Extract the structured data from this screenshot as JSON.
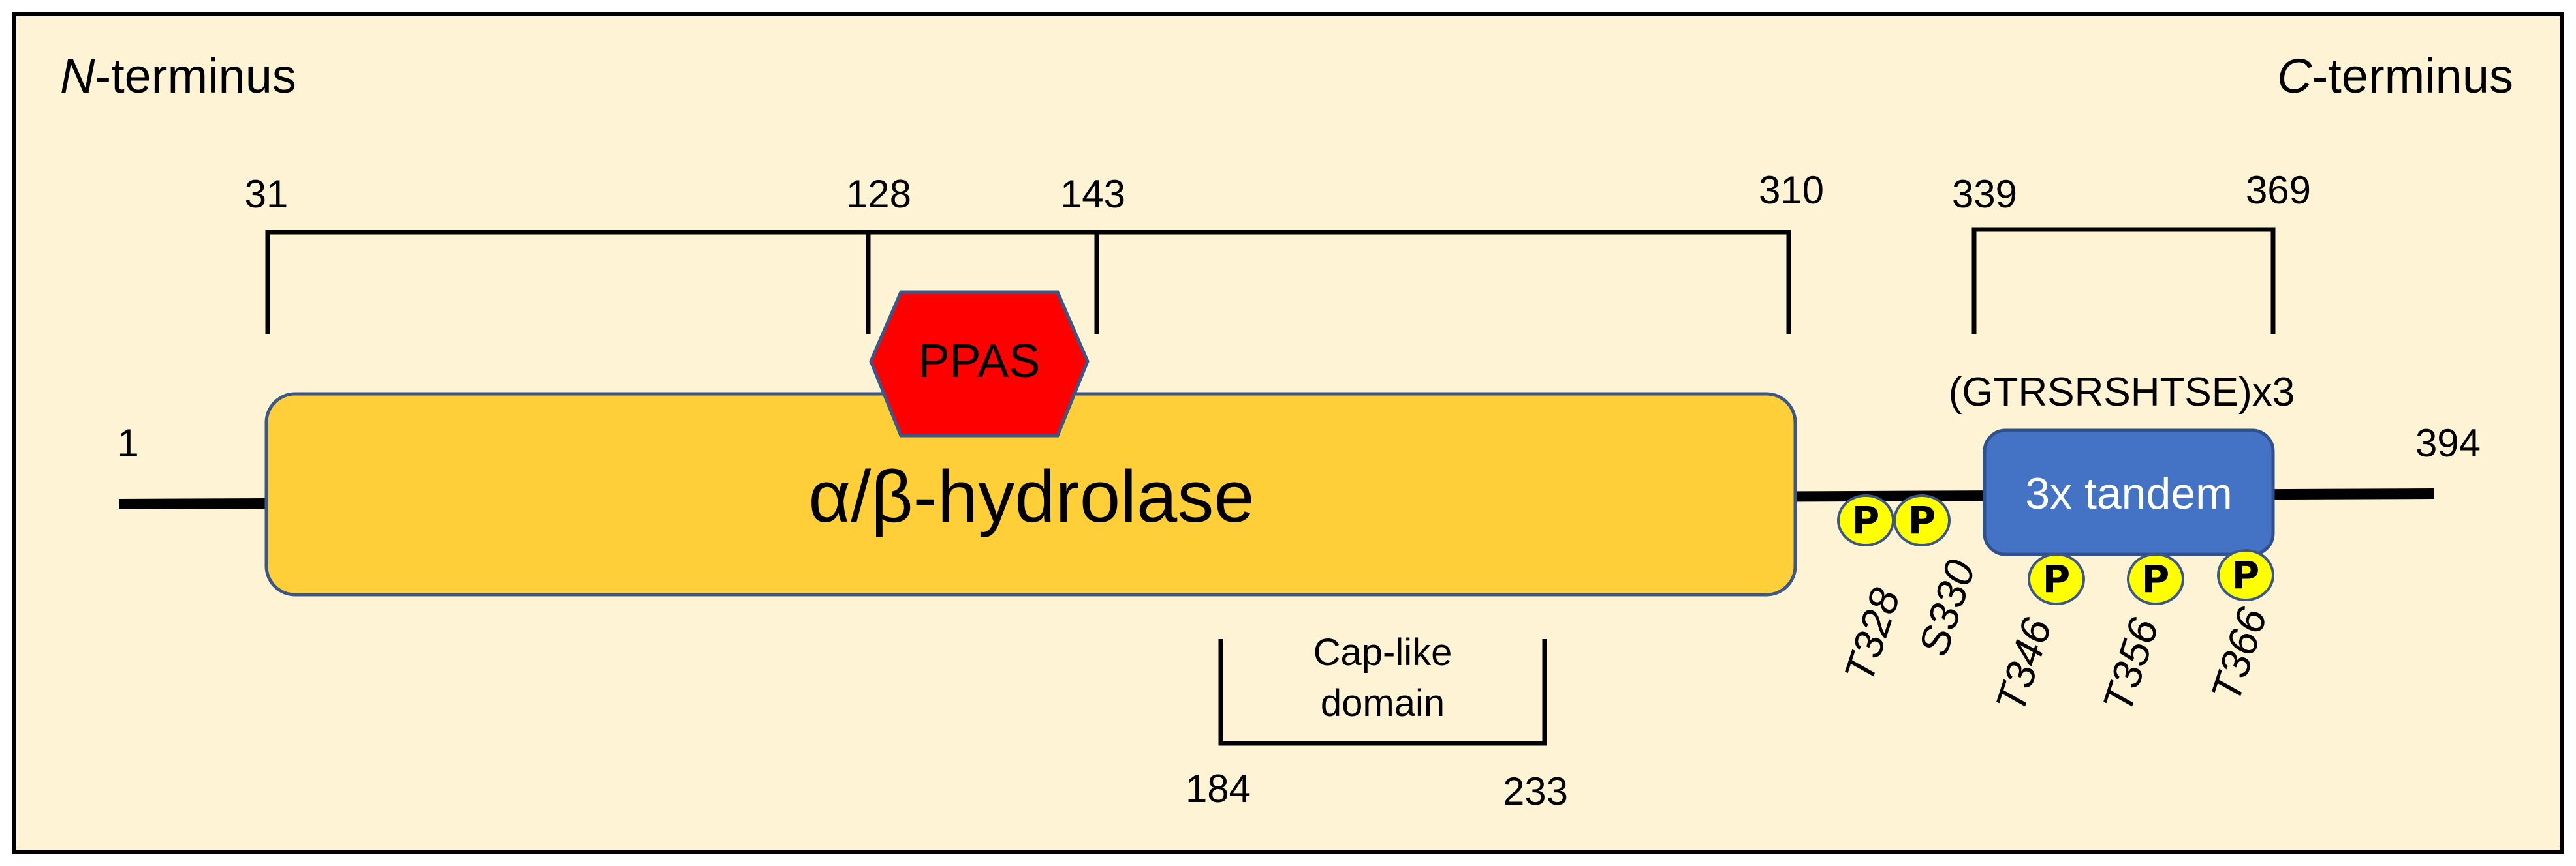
{
  "termini": {
    "n_italic": "N",
    "n_rest": "-terminus",
    "c_italic": "C",
    "c_rest": "-terminus"
  },
  "positions": {
    "start": "1",
    "end": "394",
    "p31": "31",
    "p128": "128",
    "p143": "143",
    "p310": "310",
    "p339": "339",
    "p369": "369",
    "p184": "184",
    "p233": "233"
  },
  "domains": {
    "hydrolase": "α/β-hydrolase",
    "ppas": "PPAS",
    "tandem": "3x tandem",
    "repeat_motif": "(GTRSRSHTSE)x3",
    "cap_line1": "Cap-like",
    "cap_line2": "domain"
  },
  "phospho_sites": [
    {
      "label": "T328",
      "symbol": "P"
    },
    {
      "label": "S330",
      "symbol": "P"
    },
    {
      "label": "T346",
      "symbol": "P"
    },
    {
      "label": "T356",
      "symbol": "P"
    },
    {
      "label": "T366",
      "symbol": "P"
    }
  ],
  "colors": {
    "background": "#FFF3D6",
    "hydrolase_fill": "#FFCF3A",
    "domain_stroke": "#3B5788",
    "ppas_fill": "#FF0000",
    "tandem_fill": "#4472C4",
    "phospho_fill": "#FFFF00",
    "backbone": "#000000"
  }
}
